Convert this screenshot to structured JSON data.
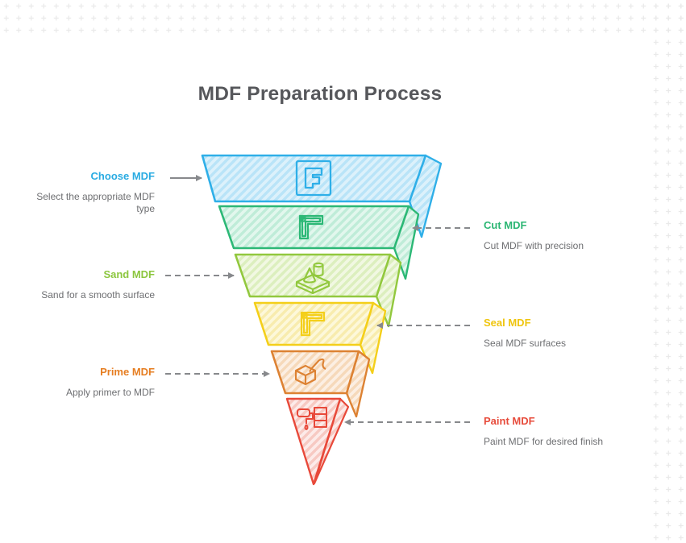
{
  "title": "MDF Preparation Process",
  "background": {
    "dot_grid_color": "#e9e9e9"
  },
  "arrow_color": "#87898c",
  "steps": [
    {
      "label": "Choose MDF",
      "description": "Select the appropriate MDF type",
      "side": "left",
      "label_color": "#29abe2",
      "stroke_color": "#2fafe8",
      "fill_color": "#dcf1fb",
      "stripe_color": "#b9e4f8",
      "icon": "mdf-board-icon"
    },
    {
      "label": "Cut MDF",
      "description": "Cut MDF with precision",
      "side": "right",
      "label_color": "#2bb673",
      "stroke_color": "#2cb876",
      "fill_color": "#e2f7ed",
      "stripe_color": "#bfecd8",
      "icon": "corner-square-icon"
    },
    {
      "label": "Sand MDF",
      "description": "Sand for a smooth surface",
      "side": "left",
      "label_color": "#8cc63f",
      "stroke_color": "#92c83e",
      "fill_color": "#f1f8e2",
      "stripe_color": "#dcefbe",
      "icon": "3d-shapes-icon"
    },
    {
      "label": "Seal MDF",
      "description": "Seal MDF surfaces",
      "side": "right",
      "label_color": "#efc50f",
      "stroke_color": "#f4cf1a",
      "fill_color": "#fdf8da",
      "stripe_color": "#f8ecae",
      "icon": "corner-square-icon"
    },
    {
      "label": "Prime MDF",
      "description": "Apply primer to MDF",
      "side": "left",
      "label_color": "#e67e22",
      "stroke_color": "#dd8233",
      "fill_color": "#fcefe3",
      "stripe_color": "#f6d9ba",
      "icon": "primer-cube-pen-icon"
    },
    {
      "label": "Paint MDF",
      "description": "Paint MDF for desired finish",
      "side": "right",
      "label_color": "#e74c3c",
      "stroke_color": "#e8493a",
      "fill_color": "#fdebe9",
      "stripe_color": "#f7c9c2",
      "icon": "paint-roller-icon"
    }
  ]
}
